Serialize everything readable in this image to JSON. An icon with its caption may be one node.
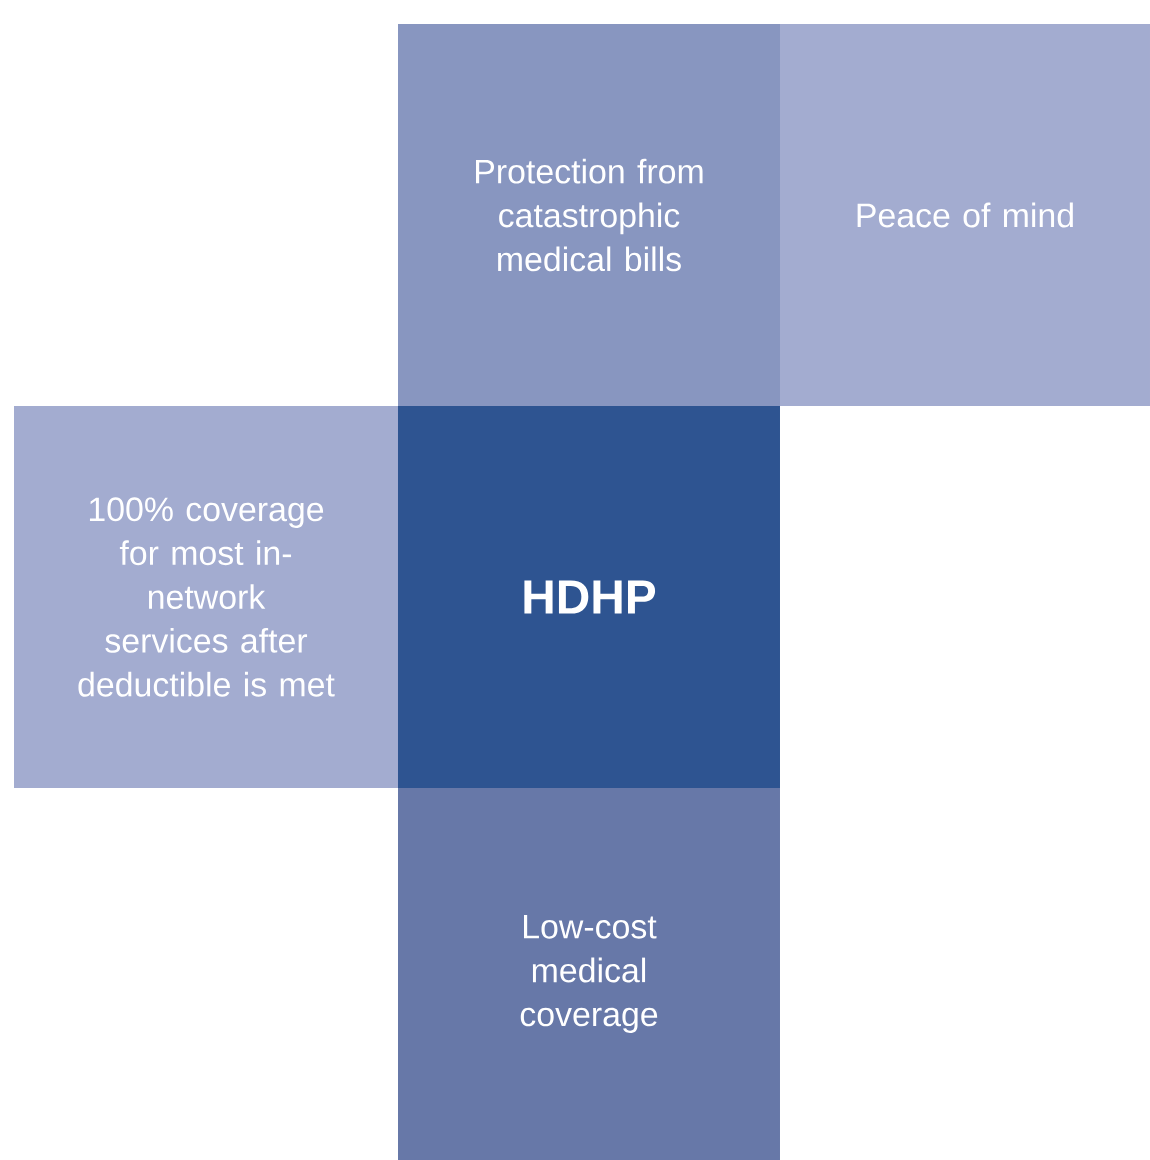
{
  "diagram": {
    "nodes": [
      {
        "text": [
          "Protection from catastrophic medical bills"
        ]
      },
      {
        "text": [
          "Peace of mind"
        ]
      },
      {
        "text": [
          "100% coverage for most in-network services after deductible is met"
        ]
      },
      {
        "text": [
          "HDHP"
        ]
      },
      {
        "text": [
          "Low-cost medical coverage"
        ]
      }
    ]
  }
}
